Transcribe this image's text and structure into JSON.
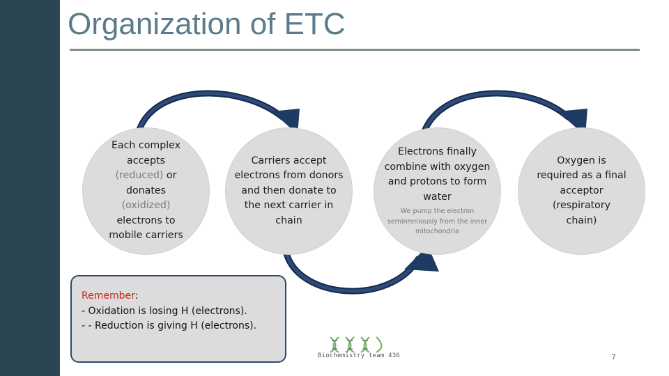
{
  "slide": {
    "title": "Organization of ETC",
    "page_number": "7"
  },
  "steps": {
    "step1": {
      "line1": "Each complex",
      "line2": "accepts",
      "line3_reduced": "(reduced)",
      "line3_or": " or",
      "line4": "donates",
      "line5_oxidized": "(oxidized)",
      "line6": "electrons to",
      "line7": "mobile carriers"
    },
    "step2": {
      "text": "Carriers accept electrons from donors and then donate to the next carrier in chain"
    },
    "step3": {
      "main": "Electrons finally combine with oxygen and protons to form water",
      "sub": "We pump the electron seminreniously from the inner mitochondria"
    },
    "step4": {
      "text": "Oxygen is required as a final acceptor (respiratory chain)"
    }
  },
  "remember": {
    "heading": "Remember",
    "colon": ":",
    "line1": "-  Oxidation is losing H (electrons).",
    "line2": "-    - Reduction is giving H (electrons)."
  },
  "logo": {
    "text": "Biochemistry team 436",
    "icon": "dna-helix-icon"
  },
  "colors": {
    "sidebar": "#2b4553",
    "title": "#5b7b8c",
    "arrow": "#1f3a63",
    "circle": "#dcdcdc",
    "highlight_red": "#c8281e"
  }
}
